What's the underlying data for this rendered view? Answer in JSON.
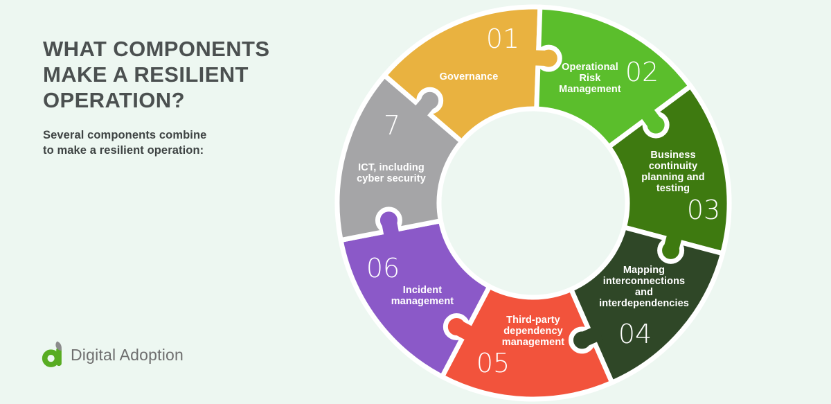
{
  "page": {
    "background_color": "#EDF7F1",
    "gap_color": "#FFFFFF"
  },
  "header": {
    "title": "WHAT COMPONENTS\nMAKE A RESILIENT\nOPERATION?",
    "subtitle": "Several components combine\nto make a resilient operation:",
    "title_color": "#4B5050",
    "subtitle_color": "#3E4343"
  },
  "brand": {
    "name": "Digital Adoption",
    "mark_color": "#58AC22",
    "leaf_color": "#8C8C8C",
    "text_color": "#6F6F6F"
  },
  "diagram": {
    "type": "puzzle-ring",
    "description": "Seven puzzle pieces forming a circle",
    "segments": [
      {
        "number": "01",
        "label": "Governance",
        "color": "#E9B240",
        "start_angle": -49.4,
        "end_angle": 2
      },
      {
        "number": "02",
        "label": "Operational\nRisk\nManagement",
        "color": "#5BBE2C",
        "start_angle": 2,
        "end_angle": 53.4
      },
      {
        "number": "03",
        "label": "Business\ncontinuity\nplanning and\ntesting",
        "color": "#3E7A10",
        "start_angle": 53.4,
        "end_angle": 104.9
      },
      {
        "number": "04",
        "label": "Mapping\ninterconnections\nand\ninterdependencies",
        "color": "#2F4727",
        "start_angle": 104.9,
        "end_angle": 156.3
      },
      {
        "number": "05",
        "label": "Third-party\ndependency\nmanagement",
        "color": "#F2533C",
        "start_angle": 156.3,
        "end_angle": 207.7
      },
      {
        "number": "06",
        "label": "Incident\nmanagement",
        "color": "#8B59C8",
        "start_angle": 207.7,
        "end_angle": 259.1
      },
      {
        "number": "7",
        "label": "ICT, including\ncyber security",
        "color": "#A5A5A7",
        "start_angle": 259.1,
        "end_angle": 310.6
      }
    ]
  }
}
